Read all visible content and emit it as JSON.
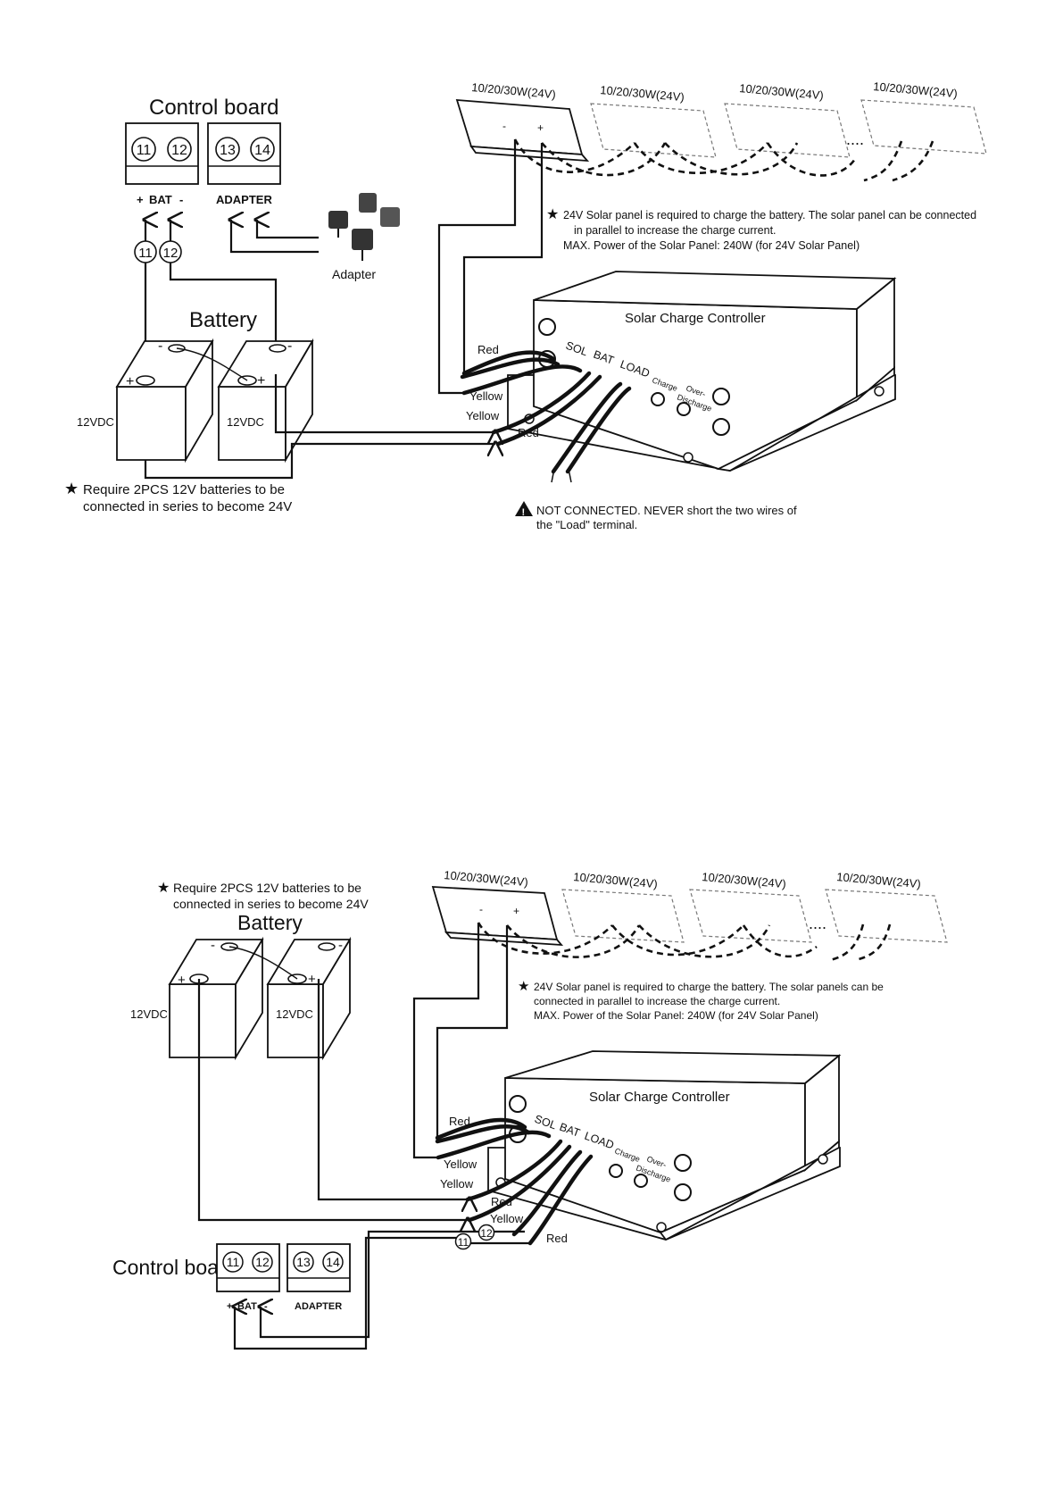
{
  "diagram_top": {
    "control_board": {
      "title": "Control board",
      "terminals": [
        "11",
        "12",
        "13",
        "14"
      ],
      "bat_plus": "+",
      "bat_label": "BAT",
      "bat_minus": "-",
      "adapter_label": "ADAPTER"
    },
    "wire_markers": [
      "11",
      "12"
    ],
    "adapter_caption": "Adapter",
    "battery": {
      "title": "Battery",
      "cell_label": "12VDC",
      "plus": "+",
      "minus": "-"
    },
    "battery_note": {
      "line1": "Require 2PCS 12V batteries to be",
      "line2": "connected in series to become 24V"
    },
    "panel_label": "10/20/30W(24V)",
    "panel_ellipsis": "....",
    "panel_plus": "+",
    "panel_minus": "-",
    "solar_note": {
      "line1": "24V Solar panel is required to charge the battery. The solar panel can be connected",
      "line2": "in parallel to increase the charge current.",
      "line3": "MAX. Power of the Solar Panel: 240W (for 24V Solar Panel)"
    },
    "controller": {
      "title": "Solar Charge Controller",
      "terminals": [
        "SOL",
        "BAT",
        "LOAD"
      ],
      "indicators": [
        "Charge",
        "Over-",
        "Discharge"
      ]
    },
    "wire_labels": {
      "red": "Red",
      "yellow": "Yellow"
    },
    "load_warning": {
      "line1": "NOT CONNECTED. NEVER short the two wires of",
      "line2": "the \"Load\" terminal."
    }
  },
  "diagram_bottom": {
    "battery_note": {
      "line1": "Require 2PCS 12V batteries to be",
      "line2": "connected in series to become 24V"
    },
    "battery": {
      "title": "Battery",
      "cell_label": "12VDC",
      "plus": "+",
      "minus": "-"
    },
    "panel_label": "10/20/30W(24V)",
    "panel_ellipsis": "....",
    "solar_note": {
      "line1": "24V Solar panel is required to charge the battery. The solar panels can be",
      "line2": "connected in parallel to increase the charge current.",
      "line3": "MAX. Power of the Solar Panel: 240W (for 24V Solar Panel)"
    },
    "controller": {
      "title": "Solar Charge Controller",
      "terminals": [
        "SOL",
        "BAT",
        "LOAD"
      ],
      "indicators": [
        "Charge",
        "Over-",
        "Discharge"
      ]
    },
    "wire_labels": {
      "red": "Red",
      "yellow": "Yellow"
    },
    "wire_markers": [
      "11",
      "12"
    ],
    "control_board": {
      "title": "Control board",
      "terminals": [
        "11",
        "12",
        "13",
        "14"
      ],
      "bat_plus": "+",
      "bat_label": "BAT",
      "bat_minus": "-",
      "adapter_label": "ADAPTER"
    }
  }
}
